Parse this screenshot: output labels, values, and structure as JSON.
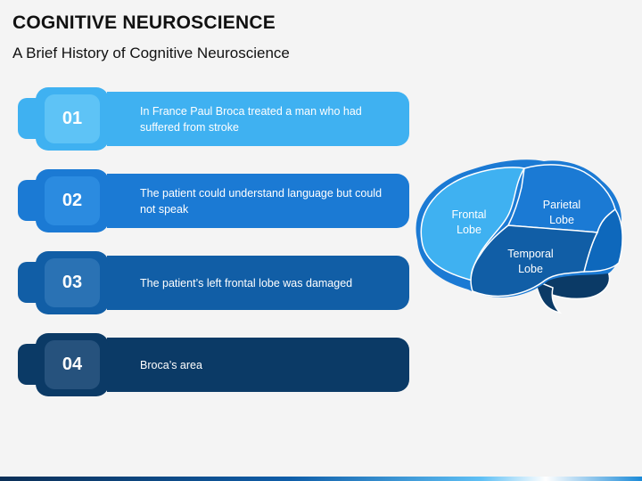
{
  "header": {
    "title": "COGNITIVE NEUROSCIENCE",
    "subtitle": "A Brief History of Cognitive Neuroscience"
  },
  "steps": [
    {
      "number": "01",
      "text": "In France Paul Broca treated a man who had suffered from stroke"
    },
    {
      "number": "02",
      "text": "The patient could understand language but could not speak"
    },
    {
      "number": "03",
      "text": "The patient’s left frontal lobe was damaged"
    },
    {
      "number": "04",
      "text": "Broca’s area"
    }
  ],
  "brain": {
    "frontal": "Frontal\nLobe",
    "parietal": "Parietal\nLobe",
    "temporal": "Temporal\nLobe"
  },
  "colors": {
    "step1": "#3fb1f1",
    "step2": "#1b7ad4",
    "step3": "#115ea6",
    "step4": "#0b3a66"
  }
}
